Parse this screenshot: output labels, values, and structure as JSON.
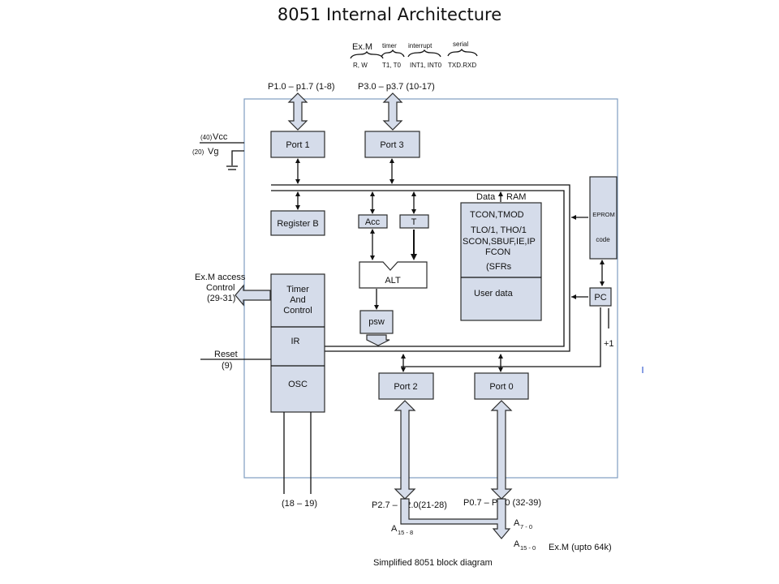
{
  "title": "8051 Internal Architecture",
  "caption": "Simplified 8051 block diagram",
  "top_groups": [
    {
      "name": "Ex.M",
      "pins": "R, W"
    },
    {
      "name": "timer",
      "pins": "T1, T0"
    },
    {
      "name": "interrupt",
      "pins": "INT1, INT0"
    },
    {
      "name": "serial",
      "pins": "TXD.RXD"
    }
  ],
  "ports": {
    "p1_pins": "P1.0 – p1.7 (1-8)",
    "p3_pins": "P3.0 – p3.7 (10-17)",
    "p2_pins": "P2.7 – P2.0(21-28)",
    "p0_pins": "P0.7 – P0.0 (32-39)"
  },
  "power": {
    "vcc_pin": "(40)",
    "vcc": "Vcc",
    "vg_pin": "(20)",
    "vg": "Vg"
  },
  "blocks": {
    "port1": "Port 1",
    "port3": "Port 3",
    "port2": "Port 2",
    "port0": "Port 0",
    "register_b": "Register B",
    "acc": "Acc",
    "t": "T",
    "alt": "ALT",
    "psw": "psw",
    "timer_control": [
      "Timer",
      "And",
      "Control"
    ],
    "ir": "IR",
    "osc": "OSC",
    "eprom": "EPROM",
    "code": "code",
    "pc": "PC"
  },
  "ram": {
    "data": "Data",
    "ram": "RAM",
    "sfr_lines": [
      "TCON,TMOD",
      "TLO/1, THO/1",
      "SCON,SBUF,IE,IP",
      "FCON",
      "(SFRs"
    ],
    "user_data": "User data"
  },
  "side_labels": {
    "exm_access": [
      "Ex.M access",
      "Control",
      "(29-31)"
    ],
    "reset": [
      "Reset",
      "(9)"
    ],
    "osc_pins": "(18 – 19)",
    "plus_one": "+1"
  },
  "address": {
    "a15_8": "A",
    "a15_8_sub": "15 - 8",
    "a7_0": "A",
    "a7_0_sub": "7 - 0",
    "a15_0": "A",
    "a15_0_sub": "15 - 0",
    "exm": "Ex.M (upto 64k)"
  }
}
